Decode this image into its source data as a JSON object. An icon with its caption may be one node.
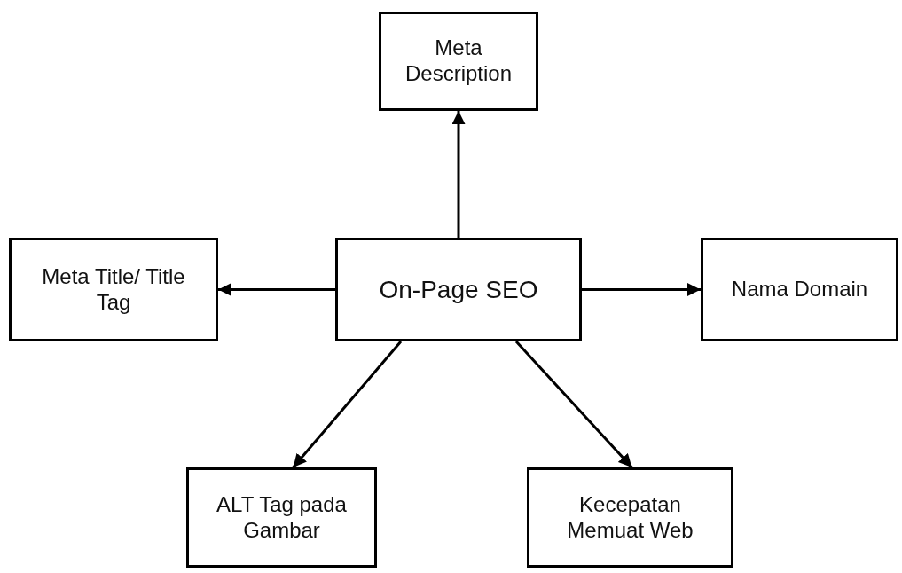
{
  "diagram": {
    "nodes": [
      {
        "text": [
          "Meta Description"
        ]
      },
      {
        "text": [
          "Meta Title/ Title Tag"
        ]
      },
      {
        "text": [
          "On-Page SEO"
        ]
      },
      {
        "text": [
          "Nama Domain"
        ]
      },
      {
        "text": [
          "ALT Tag pada Gambar"
        ]
      },
      {
        "text": [
          "Kecepatan Memuat Web"
        ]
      }
    ],
    "edges": [
      {
        "from": 2,
        "to": 0,
        "arrow": "to"
      },
      {
        "from": 2,
        "to": 1,
        "arrow": "to"
      },
      {
        "from": 2,
        "to": 3,
        "arrow": "to"
      },
      {
        "from": 2,
        "to": 4,
        "arrow": "to"
      },
      {
        "from": 2,
        "to": 5,
        "arrow": "to"
      }
    ]
  }
}
